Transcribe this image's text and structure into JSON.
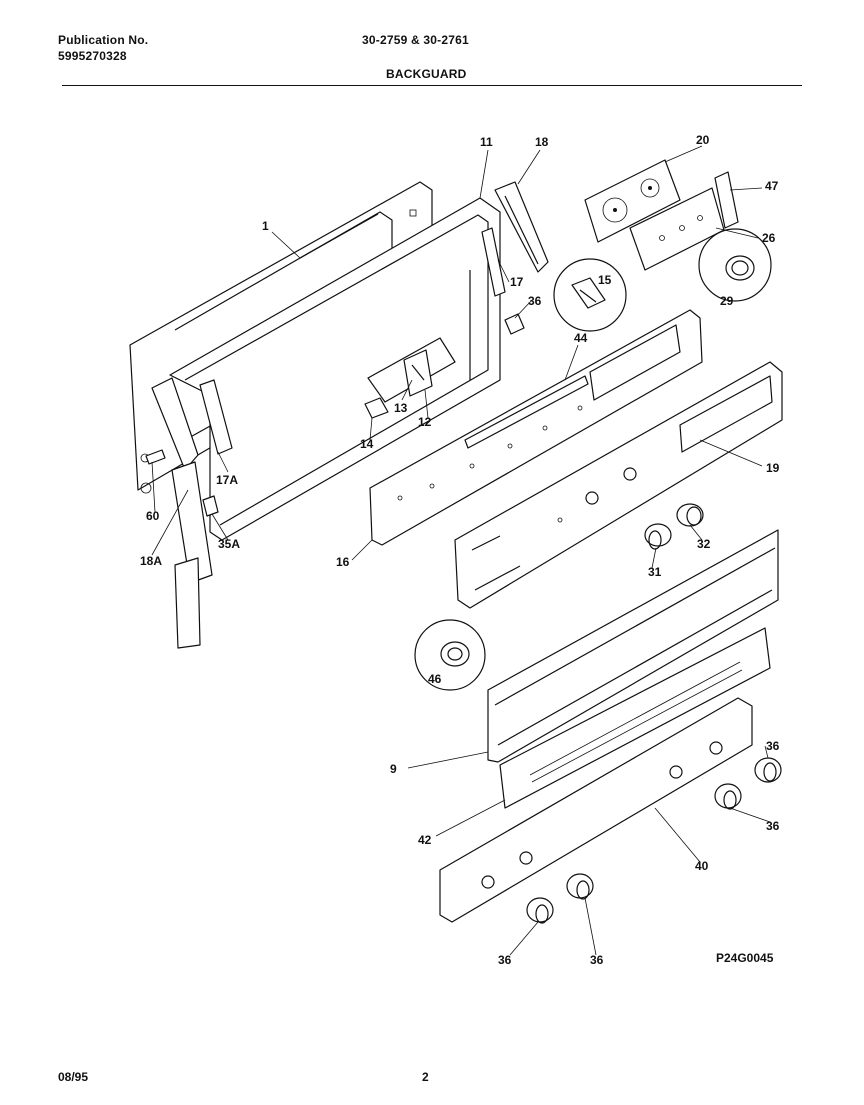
{
  "header": {
    "publication_label": "Publication No.",
    "publication_number": "5995270328",
    "model_numbers": "30-2759 & 30-2761",
    "section_title": "BACKGUARD"
  },
  "diagram": {
    "drawing_code": "P24G0045",
    "callouts": {
      "c1": "1",
      "c11": "11",
      "c18": "18",
      "c20": "20",
      "c47": "47",
      "c26": "26",
      "c17": "17",
      "c15": "15",
      "c36_top": "36",
      "c29": "29",
      "c44": "44",
      "c13": "13",
      "c12": "12",
      "c14": "14",
      "c19": "19",
      "c60": "60",
      "c17a": "17A",
      "c35a": "35A",
      "c18a": "18A",
      "c16": "16",
      "c32": "32",
      "c31": "31",
      "c46": "46",
      "c9": "9",
      "c36_r1": "36",
      "c36_r2": "36",
      "c42": "42",
      "c40": "40",
      "c36_b1": "36",
      "c36_b2": "36"
    }
  },
  "footer": {
    "date": "08/95",
    "page": "2"
  }
}
